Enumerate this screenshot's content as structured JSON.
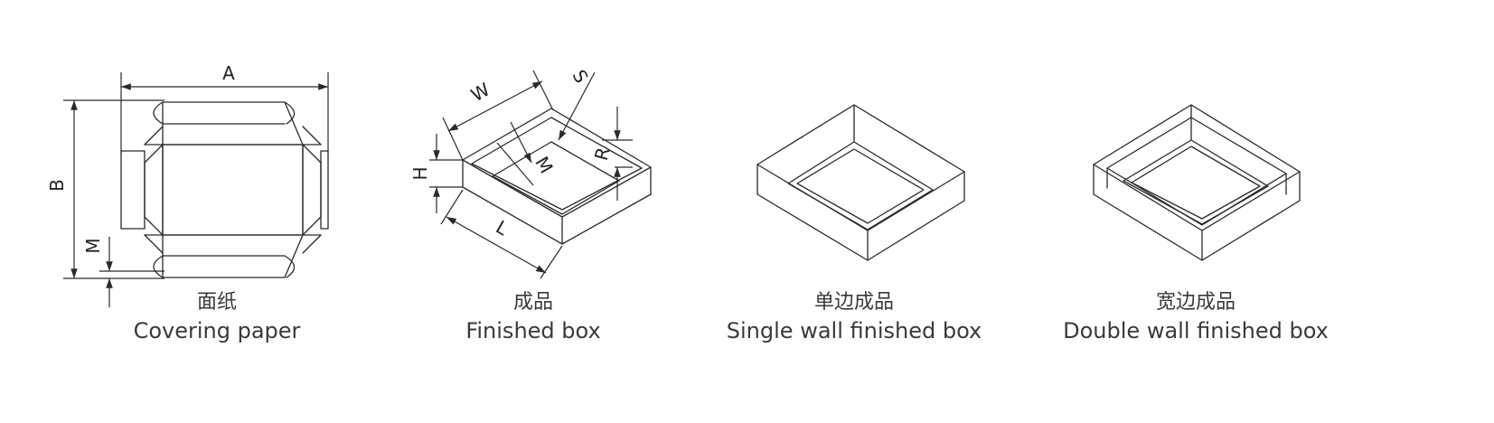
{
  "figures": [
    {
      "caption_zh": "面纸",
      "caption_en": "Covering paper"
    },
    {
      "caption_zh": "成品",
      "caption_en": "Finished box"
    },
    {
      "caption_zh": "单边成品",
      "caption_en": "Single wall finished box"
    },
    {
      "caption_zh": "宽边成品",
      "caption_en": "Double wall finished box"
    }
  ],
  "dimension_labels": {
    "a": "A",
    "b": "B",
    "m": "M",
    "w": "W",
    "s": "S",
    "h": "H",
    "r": "R",
    "l": "L",
    "m2": "M"
  }
}
